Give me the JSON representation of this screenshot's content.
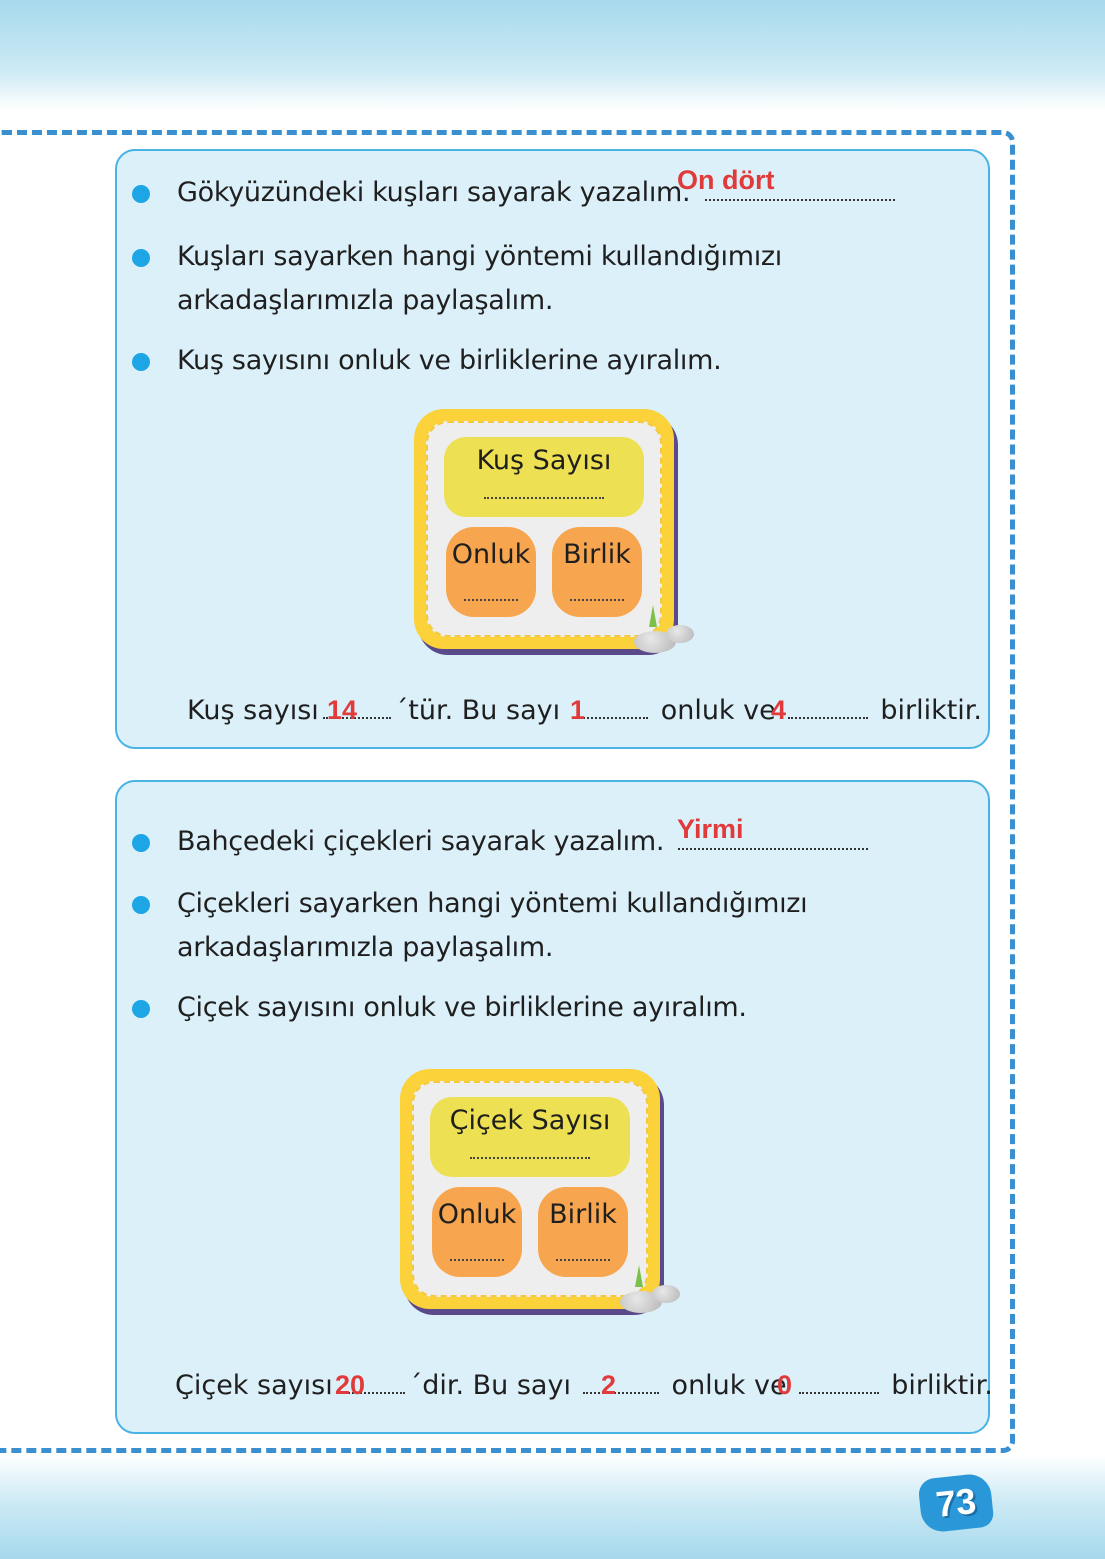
{
  "section1": {
    "bullets": [
      "Gökyüzündeki kuşları sayarak yazalım.",
      "Kuşları sayarken hangi yöntemi kullandığımızı arkadaşlarımızla paylaşalım.",
      "Kuş sayısını onluk ve birliklerine ayıralım."
    ],
    "answer_count_words": "On dört",
    "card": {
      "title": "Kuş Sayısı",
      "tens_label": "Onluk",
      "ones_label": "Birlik"
    },
    "summary": {
      "prefix": "Kuş sayısı",
      "suffix1": "´tür. Bu sayı",
      "middle": "onluk ve",
      "end": "birliktir.",
      "answer_number": "14",
      "answer_tens": "1",
      "answer_ones": "4"
    }
  },
  "section2": {
    "bullets": [
      "Bahçedeki çiçekleri sayarak yazalım.",
      "Çiçekleri sayarken hangi yöntemi kullandığımızı arkadaşlarımızla paylaşalım.",
      "Çiçek sayısını onluk ve birliklerine ayıralım."
    ],
    "answer_count_words": "Yirmi",
    "card": {
      "title": "Çiçek Sayısı",
      "tens_label": "Onluk",
      "ones_label": "Birlik"
    },
    "summary": {
      "prefix": "Çiçek sayısı",
      "suffix1": "´dir. Bu sayı",
      "middle": "onluk ve",
      "end": "birliktir.",
      "answer_number": "20",
      "answer_tens": "2",
      "answer_ones": "0"
    }
  },
  "page_number": "73",
  "colors": {
    "panel_bg": "#dcf0fa",
    "panel_border": "#49b3e3",
    "bullet": "#1ea5e6",
    "answer": "#e13a3a",
    "card_yellow": "#fcd23a",
    "card_orange": "#f7a64f",
    "frame_dash": "#3a8fd0"
  }
}
